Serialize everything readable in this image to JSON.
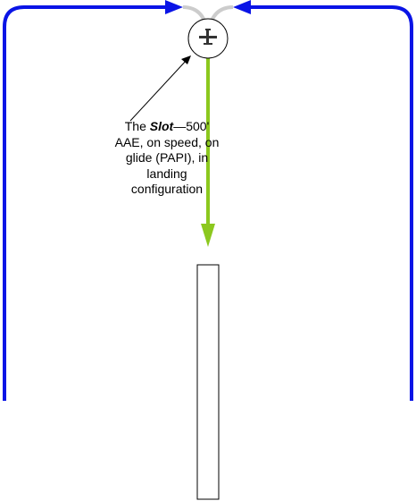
{
  "annotation": {
    "prefix": "The ",
    "term": "Slot",
    "line1_rest": "—500'",
    "line2": "AAE, on speed, on",
    "line3": "glide (PAPI), in",
    "line4": "landing",
    "line5": "configuration"
  },
  "colors": {
    "pattern": "#0a14e6",
    "final_approach": "#8cc81e",
    "turn_segment": "#cccccc",
    "outline": "#000000"
  },
  "icons": {
    "aircraft": "airplane-icon"
  }
}
